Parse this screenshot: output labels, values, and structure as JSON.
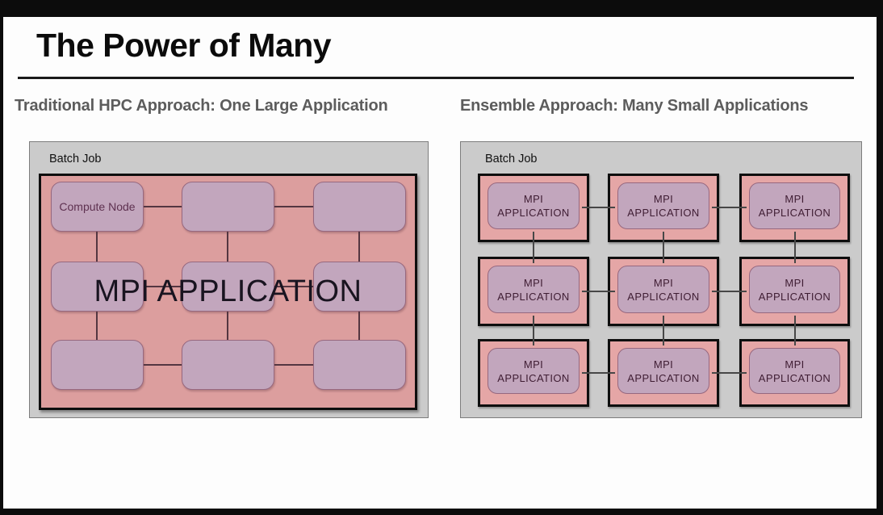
{
  "slide": {
    "title": "The Power of Many",
    "left_section": {
      "heading": "Traditional HPC Approach: One Large Application",
      "batch_job_label": "Batch Job",
      "application_label": "MPI APPLICATION",
      "nodes": [
        {
          "label": "Compute Node"
        },
        {
          "label": ""
        },
        {
          "label": ""
        },
        {
          "label": ""
        },
        {
          "label": ""
        },
        {
          "label": ""
        },
        {
          "label": ""
        },
        {
          "label": ""
        },
        {
          "label": ""
        }
      ]
    },
    "right_section": {
      "heading": "Ensemble Approach: Many Small Applications",
      "batch_job_label": "Batch Job",
      "cells": [
        {
          "label": "MPI APPLICATION"
        },
        {
          "label": "MPI APPLICATION"
        },
        {
          "label": "MPI APPLICATION"
        },
        {
          "label": "MPI APPLICATION"
        },
        {
          "label": "MPI APPLICATION"
        },
        {
          "label": "MPI APPLICATION"
        },
        {
          "label": "MPI APPLICATION"
        },
        {
          "label": "MPI APPLICATION"
        },
        {
          "label": "MPI APPLICATION"
        }
      ]
    }
  },
  "colors": {
    "slide": "#fdfdfd",
    "letterbox": "#0c0c0c",
    "panel": "#cbcbcb",
    "pink": "#dc9e9e",
    "cellpink": "#e5a6a6",
    "mauve": "#c2a6bd",
    "sub": "#5c5c5c"
  }
}
